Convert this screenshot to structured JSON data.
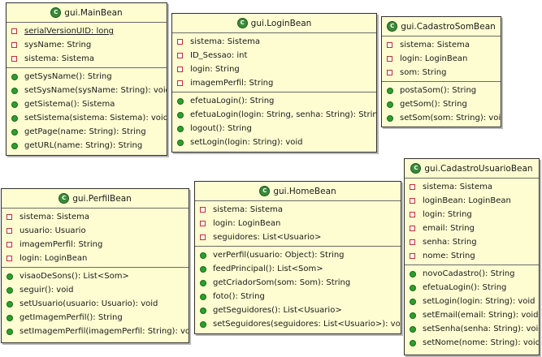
{
  "classes": [
    {
      "name": "gui.MainBean",
      "attributes": [
        {
          "text": "serialVersionUID: long",
          "visibility": "private",
          "static": true
        },
        {
          "text": "sysName: String",
          "visibility": "private"
        },
        {
          "text": "sistema: Sistema",
          "visibility": "private"
        }
      ],
      "methods": [
        {
          "text": "getSysName(): String",
          "visibility": "public"
        },
        {
          "text": "setSysName(sysName: String): void",
          "visibility": "public"
        },
        {
          "text": "getSistema(): Sistema",
          "visibility": "public"
        },
        {
          "text": "setSistema(sistema: Sistema): void",
          "visibility": "public"
        },
        {
          "text": "getPage(name: String): String",
          "visibility": "public"
        },
        {
          "text": "getURL(name: String): String",
          "visibility": "public"
        }
      ]
    },
    {
      "name": "gui.LoginBean",
      "attributes": [
        {
          "text": "sistema: Sistema",
          "visibility": "private"
        },
        {
          "text": "ID_Sessao: int",
          "visibility": "private"
        },
        {
          "text": "login: String",
          "visibility": "private"
        },
        {
          "text": "imagemPerfil: String",
          "visibility": "private"
        }
      ],
      "methods": [
        {
          "text": "efetuaLogin(): String",
          "visibility": "public"
        },
        {
          "text": "efetuaLogin(login: String, senha: String): String",
          "visibility": "public"
        },
        {
          "text": "logout(): String",
          "visibility": "public"
        },
        {
          "text": "setLogin(login: String): void",
          "visibility": "public"
        }
      ]
    },
    {
      "name": "gui.CadastroSomBean",
      "attributes": [
        {
          "text": "sistema: Sistema",
          "visibility": "private"
        },
        {
          "text": "login: LoginBean",
          "visibility": "private"
        },
        {
          "text": "som: String",
          "visibility": "private"
        }
      ],
      "methods": [
        {
          "text": "postaSom(): String",
          "visibility": "public"
        },
        {
          "text": "getSom(): String",
          "visibility": "public"
        },
        {
          "text": "setSom(som: String): void",
          "visibility": "public"
        }
      ]
    },
    {
      "name": "gui.PerfilBean",
      "attributes": [
        {
          "text": "sistema: Sistema",
          "visibility": "private"
        },
        {
          "text": "usuario: Usuario",
          "visibility": "private"
        },
        {
          "text": "imagemPerfil: String",
          "visibility": "private"
        },
        {
          "text": "login: LoginBean",
          "visibility": "private"
        }
      ],
      "methods": [
        {
          "text": "visaoDeSons(): List<Som>",
          "visibility": "public"
        },
        {
          "text": "seguir(): void",
          "visibility": "public"
        },
        {
          "text": "setUsuario(usuario: Usuario): void",
          "visibility": "public"
        },
        {
          "text": "getImagemPerfil(): String",
          "visibility": "public"
        },
        {
          "text": "setImagemPerfil(imagemPerfil: String): void",
          "visibility": "public"
        }
      ]
    },
    {
      "name": "gui.HomeBean",
      "attributes": [
        {
          "text": "sistema: Sistema",
          "visibility": "private"
        },
        {
          "text": "login: LoginBean",
          "visibility": "private"
        },
        {
          "text": "seguidores: List<Usuario>",
          "visibility": "private"
        }
      ],
      "methods": [
        {
          "text": "verPerfil(usuario: Object): String",
          "visibility": "public"
        },
        {
          "text": "feedPrincipal(): List<Som>",
          "visibility": "public"
        },
        {
          "text": "getCriadorSom(som: Som): String",
          "visibility": "public"
        },
        {
          "text": "foto(): String",
          "visibility": "public"
        },
        {
          "text": "getSeguidores(): List<Usuario>",
          "visibility": "public"
        },
        {
          "text": "setSeguidores(seguidores: List<Usuario>): void",
          "visibility": "public"
        }
      ]
    },
    {
      "name": "gui.CadastroUsuarioBean",
      "attributes": [
        {
          "text": "sistema: Sistema",
          "visibility": "private"
        },
        {
          "text": "loginBean: LoginBean",
          "visibility": "private"
        },
        {
          "text": "login: String",
          "visibility": "private"
        },
        {
          "text": "email: String",
          "visibility": "private"
        },
        {
          "text": "senha: String",
          "visibility": "private"
        },
        {
          "text": "nome: String",
          "visibility": "private"
        }
      ],
      "methods": [
        {
          "text": "novoCadastro(): String",
          "visibility": "public"
        },
        {
          "text": "efetuaLogin(): String",
          "visibility": "public"
        },
        {
          "text": "setLogin(login: String): void",
          "visibility": "public"
        },
        {
          "text": "setEmail(email: String): void",
          "visibility": "public"
        },
        {
          "text": "setSenha(senha: String): void",
          "visibility": "public"
        },
        {
          "text": "setNome(nome: String): void",
          "visibility": "public"
        }
      ]
    }
  ],
  "icons": {
    "class": "class-icon",
    "private_member": "private-field-icon",
    "public_member": "public-method-icon"
  },
  "colors": {
    "class_fill": "#fefdd2",
    "class_border": "#303030",
    "class_icon": "#3a8a3a",
    "private_marker": "#c03030",
    "public_marker": "#2ca02c"
  }
}
